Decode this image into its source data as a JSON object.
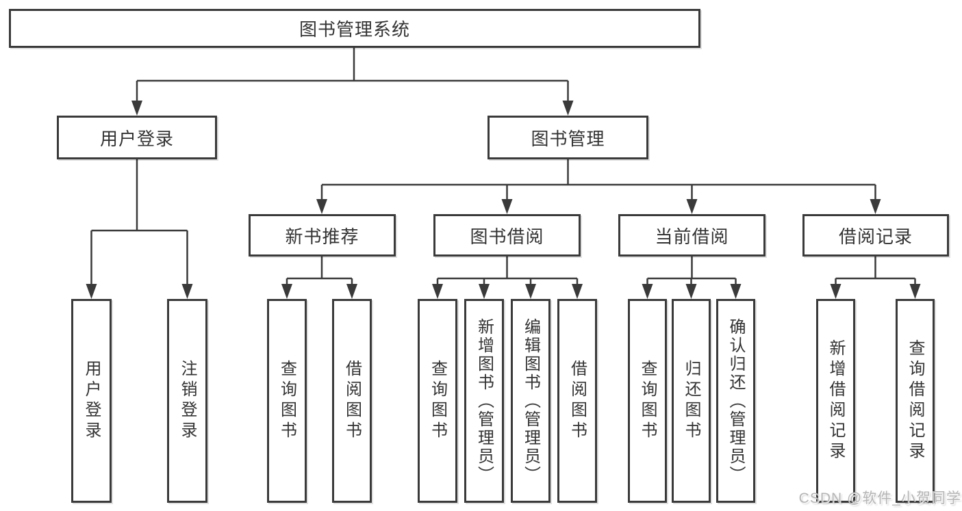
{
  "diagram_title": "图书管理系统",
  "tree": {
    "label": "图书管理系统",
    "children": [
      {
        "label": "用户登录",
        "children": [
          {
            "label": "用户登录"
          },
          {
            "label": "注销登录"
          }
        ]
      },
      {
        "label": "图书管理",
        "children": [
          {
            "label": "新书推荐",
            "children": [
              {
                "label": "查询图书"
              },
              {
                "label": "借阅图书"
              }
            ]
          },
          {
            "label": "图书借阅",
            "children": [
              {
                "label": "查询图书"
              },
              {
                "label": "新增图书（管理员）"
              },
              {
                "label": "编辑图书（管理员）"
              },
              {
                "label": "借阅图书"
              }
            ]
          },
          {
            "label": "当前借阅",
            "children": [
              {
                "label": "查询图书"
              },
              {
                "label": "归还图书"
              },
              {
                "label": "确认归还（管理员）"
              }
            ]
          },
          {
            "label": "借阅记录",
            "children": [
              {
                "label": "新增借阅记录"
              },
              {
                "label": "查询借阅记录"
              }
            ]
          }
        ]
      }
    ]
  },
  "watermark": {
    "text": "CSDN @软件_小贺同学"
  },
  "colors": {
    "line": "#3a3a3a",
    "box_border": "#3a3a3a",
    "text": "#333333",
    "watermark_text": "#b5b5b5",
    "background": "#ffffff"
  }
}
